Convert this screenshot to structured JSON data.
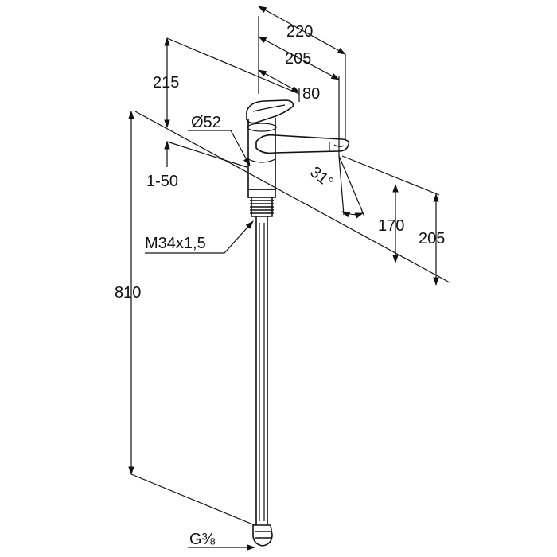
{
  "drawing": {
    "dimensions": {
      "reach_220": "220",
      "reach_205": "205",
      "lever_80": "80",
      "height_215": "215",
      "body_diameter": "Ø52",
      "deck_thickness": "1-50",
      "spout_angle": "31°",
      "spout_height_170": "170",
      "overall_height_205": "205",
      "shank_thread": "M34x1,5",
      "hose_length": "810",
      "hose_connection": "G⅜"
    },
    "colors": {
      "ink": "#111111",
      "background": "#ffffff"
    }
  }
}
